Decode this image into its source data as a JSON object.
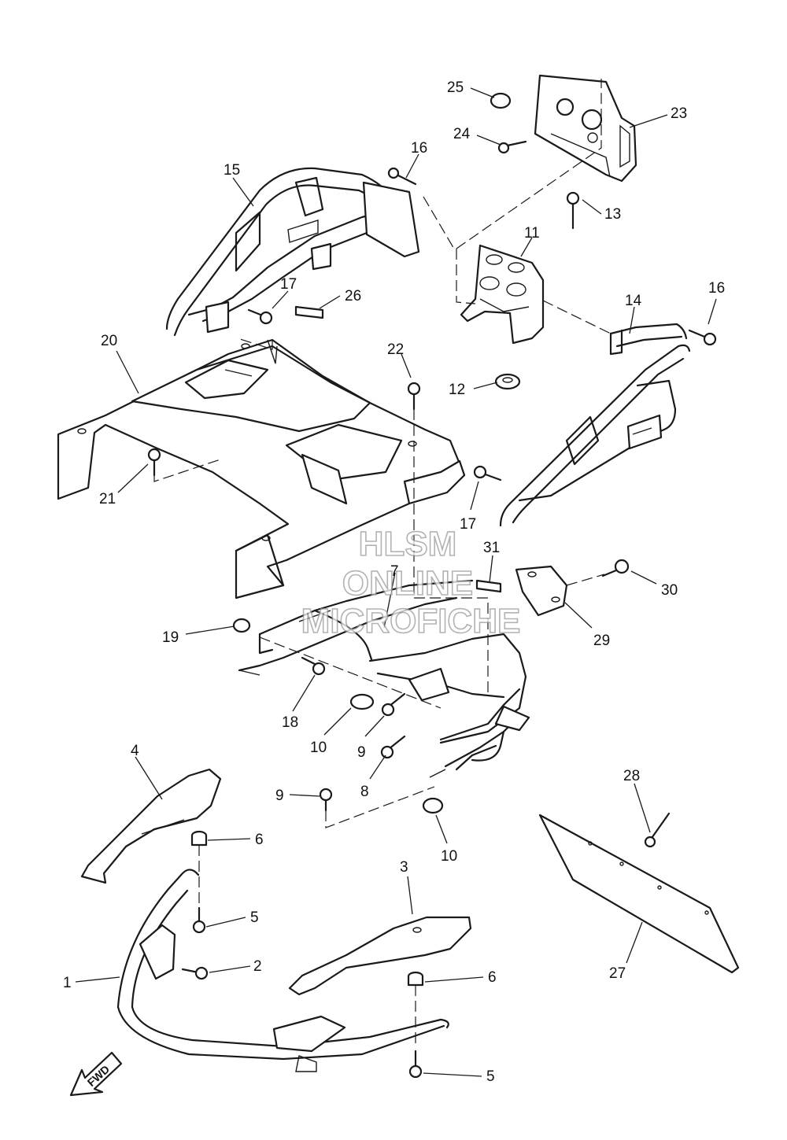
{
  "watermark": {
    "line1": "HLSM",
    "line2": "ONLINE",
    "line3": "MICROFICHE",
    "color": "#9a9a9a"
  },
  "direction_arrow": {
    "label": "FWD"
  },
  "callouts": [
    {
      "id": "c25",
      "label": "25"
    },
    {
      "id": "c23",
      "label": "23"
    },
    {
      "id": "c24",
      "label": "24"
    },
    {
      "id": "c16a",
      "label": "16"
    },
    {
      "id": "c15",
      "label": "15"
    },
    {
      "id": "c13",
      "label": "13"
    },
    {
      "id": "c11",
      "label": "11"
    },
    {
      "id": "c16b",
      "label": "16"
    },
    {
      "id": "c17a",
      "label": "17"
    },
    {
      "id": "c26",
      "label": "26"
    },
    {
      "id": "c14",
      "label": "14"
    },
    {
      "id": "c20",
      "label": "20"
    },
    {
      "id": "c22",
      "label": "22"
    },
    {
      "id": "c12",
      "label": "12"
    },
    {
      "id": "c21",
      "label": "21"
    },
    {
      "id": "c17b",
      "label": "17"
    },
    {
      "id": "c31",
      "label": "31"
    },
    {
      "id": "c30",
      "label": "30"
    },
    {
      "id": "c7",
      "label": "7"
    },
    {
      "id": "c19",
      "label": "19"
    },
    {
      "id": "c29",
      "label": "29"
    },
    {
      "id": "c18",
      "label": "18"
    },
    {
      "id": "c10a",
      "label": "10"
    },
    {
      "id": "c9a",
      "label": "9"
    },
    {
      "id": "c4",
      "label": "4"
    },
    {
      "id": "c8",
      "label": "8"
    },
    {
      "id": "c28",
      "label": "28"
    },
    {
      "id": "c9b",
      "label": "9"
    },
    {
      "id": "c10b",
      "label": "10"
    },
    {
      "id": "c6a",
      "label": "6"
    },
    {
      "id": "c3",
      "label": "3"
    },
    {
      "id": "c5a",
      "label": "5"
    },
    {
      "id": "c2",
      "label": "2"
    },
    {
      "id": "c6b",
      "label": "6"
    },
    {
      "id": "c1",
      "label": "1"
    },
    {
      "id": "c27",
      "label": "27"
    },
    {
      "id": "c5b",
      "label": "5"
    }
  ]
}
